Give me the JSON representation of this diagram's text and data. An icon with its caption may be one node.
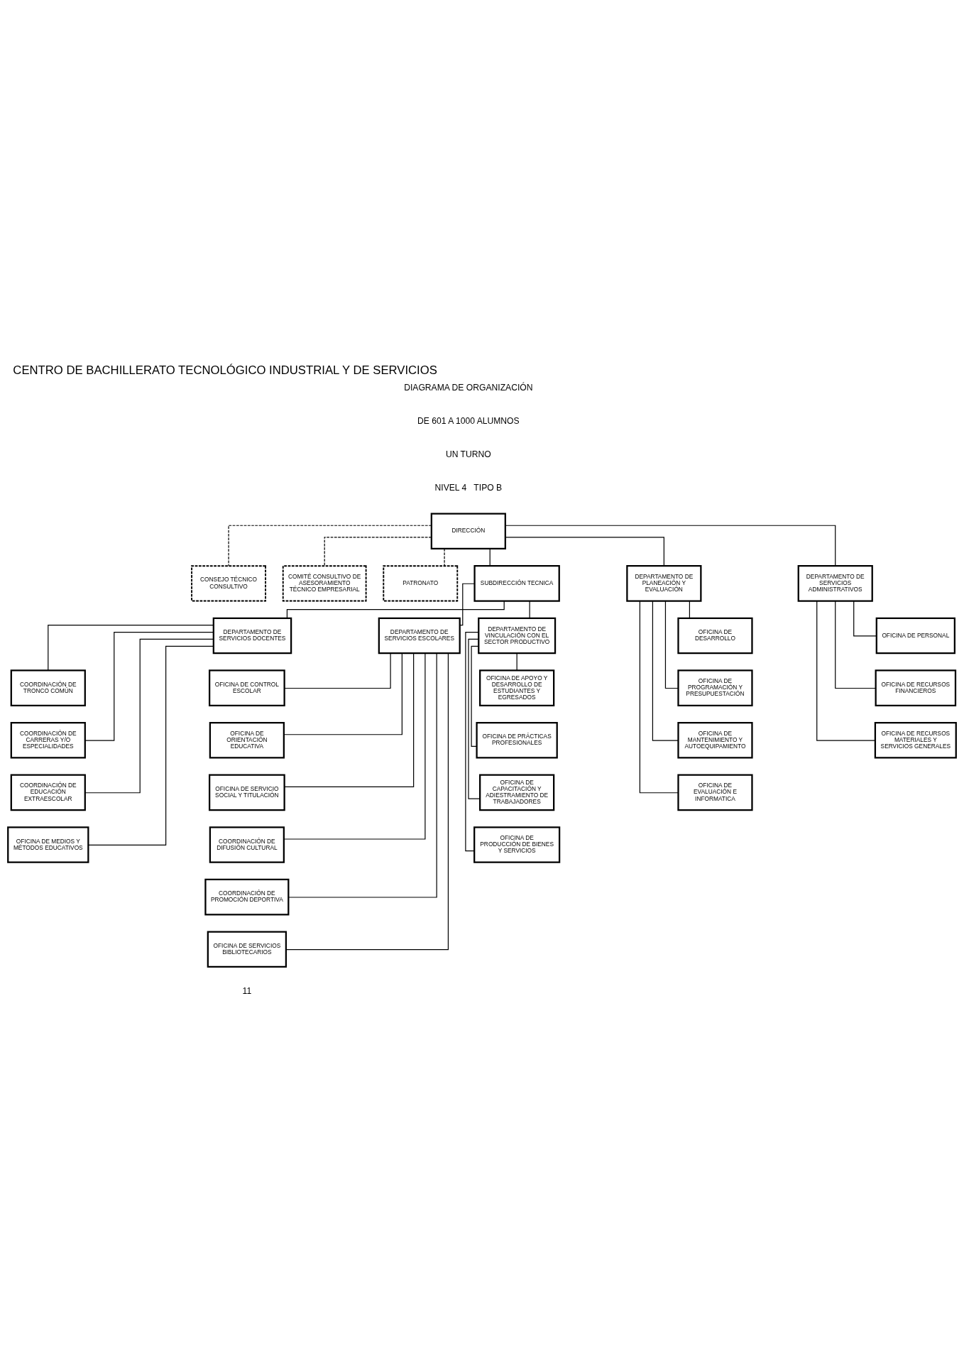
{
  "diagram": {
    "title": "CENTRO DE BACHILLERATO TECNOLÓGICO INDUSTRIAL Y DE SERVICIOS",
    "nodes": [
      {
        "text": [
          "DIRECCIÓN"
        ]
      },
      {
        "text": [
          "CONSEJO TÉCNICO CONSULTIVO"
        ]
      },
      {
        "text": [
          "COMITÉ CONSULTIVO DE ASESORAMIENTO TÉCNICO EMPRESARIAL"
        ]
      },
      {
        "text": [
          "PATRONATO"
        ]
      },
      {
        "text": [
          "SUBDIRECCIÓN TECNICA"
        ]
      },
      {
        "text": [
          "DEPARTAMENTO DE PLANEACIÓN Y EVALUACIÓN"
        ]
      },
      {
        "text": [
          "DEPARTAMENTO DE SERVICIOS DOCENTES"
        ]
      },
      {
        "text": [
          "DEPARTAMENTO DE SERVICIOS ESCOLARES"
        ]
      },
      {
        "text": [
          "DEPARTAMENTO DE VINCULACIÓN CON EL SECTOR PRODUCTIVO"
        ]
      },
      {
        "text": [
          "DEPARTAMENTO DE SERVICIOS ADMINISTRATIVOS"
        ]
      },
      {
        "text": [
          "OFICINA DE DESARROLLO"
        ]
      },
      {
        "text": [
          "OFICINA DE PROGRAMACIÓN Y PRESUPUESTACIÓN"
        ]
      },
      {
        "text": [
          "OFICINA DE MANTENIMIENTO Y AUTOEQUIPAMIENTO"
        ]
      },
      {
        "text": [
          "OFICINA DE EVALUACIÓN E INFORMATICA"
        ]
      },
      {
        "text": [
          "COORDINACIÓN DE TRONCO COMÚN"
        ]
      },
      {
        "text": [
          "COORDINACIÓN DE CARRERAS Y/O ESPECIALIDADES"
        ]
      },
      {
        "text": [
          "COORDINACIÓN DE EDUCACIÓN EXTRAESCOLAR"
        ]
      },
      {
        "text": [
          "OFICINA DE MEDIOS Y MÉTODOS EDUCATIVOS"
        ]
      },
      {
        "text": [
          "OFICINA DE CONTROL ESCOLAR"
        ]
      },
      {
        "text": [
          "OFICINA DE ORIENTACIÓN EDUCATIVA"
        ]
      },
      {
        "text": [
          "OFICINA DE SERVICIO SOCIAL Y TITULACIÓN"
        ]
      },
      {
        "text": [
          "COORDINACIÓN DE DIFUSIÓN CULTURAL"
        ]
      },
      {
        "text": [
          "COORDINACIÓN DE PROMOCIÓN DEPORTIVA"
        ]
      },
      {
        "text": [
          "OFICINA DE SERVICIOS BIBLIOTECARIOS"
        ]
      },
      {
        "text": [
          "OFICINA DE APOYO Y DESARROLLO DE ESTUDIANTES Y EGRESADOS"
        ]
      },
      {
        "text": [
          "OFICINA DE PRÁCTICAS PROFESIONALES"
        ]
      },
      {
        "text": [
          "OFICINA DE CAPACITACIÓN Y ADIESTRAMIENTO DE TRABAJADORES"
        ]
      },
      {
        "text": [
          "OFICINA DE PRODUCCIÓN DE BIENES Y SERVICIOS"
        ]
      },
      {
        "text": [
          "OFICINA DE PERSONAL"
        ]
      },
      {
        "text": [
          "OFICINA DE RECURSOS FINANCIEROS"
        ]
      },
      {
        "text": [
          "OFICINA DE RECURSOS MATERIALES Y SERVICIOS GENERALES"
        ]
      }
    ],
    "edges": [
      {
        "from": 0,
        "to": 1,
        "arrow": "none",
        "style": "dashed"
      },
      {
        "from": 0,
        "to": 2,
        "arrow": "none",
        "style": "dashed"
      },
      {
        "from": 0,
        "to": 3,
        "arrow": "none",
        "style": "dashed"
      },
      {
        "from": 0,
        "to": 4,
        "arrow": "none"
      },
      {
        "from": 0,
        "to": 5,
        "arrow": "none"
      },
      {
        "from": 0,
        "to": 9,
        "arrow": "none"
      },
      {
        "from": 4,
        "to": 6,
        "arrow": "none"
      },
      {
        "from": 4,
        "to": 7,
        "arrow": "none"
      },
      {
        "from": 4,
        "to": 8,
        "arrow": "none"
      },
      {
        "from": 5,
        "to": 10,
        "arrow": "none"
      },
      {
        "from": 5,
        "to": 11,
        "arrow": "none"
      },
      {
        "from": 5,
        "to": 12,
        "arrow": "none"
      },
      {
        "from": 5,
        "to": 13,
        "arrow": "none"
      },
      {
        "from": 6,
        "to": 14,
        "arrow": "none"
      },
      {
        "from": 6,
        "to": 15,
        "arrow": "none"
      },
      {
        "from": 6,
        "to": 16,
        "arrow": "none"
      },
      {
        "from": 6,
        "to": 17,
        "arrow": "none"
      },
      {
        "from": 7,
        "to": 18,
        "arrow": "none"
      },
      {
        "from": 7,
        "to": 19,
        "arrow": "none"
      },
      {
        "from": 7,
        "to": 20,
        "arrow": "none"
      },
      {
        "from": 7,
        "to": 21,
        "arrow": "none"
      },
      {
        "from": 7,
        "to": 22,
        "arrow": "none"
      },
      {
        "from": 7,
        "to": 23,
        "arrow": "none"
      },
      {
        "from": 8,
        "to": 24,
        "arrow": "none"
      },
      {
        "from": 8,
        "to": 25,
        "arrow": "none"
      },
      {
        "from": 8,
        "to": 26,
        "arrow": "none"
      },
      {
        "from": 8,
        "to": 27,
        "arrow": "none"
      },
      {
        "from": 9,
        "to": 28,
        "arrow": "none"
      },
      {
        "from": 9,
        "to": 29,
        "arrow": "none"
      },
      {
        "from": 9,
        "to": 30,
        "arrow": "none"
      }
    ],
    "labels": [
      "DIAGRAMA DE ORGANIZACIÓN",
      "DE 601 A 1000 ALUMNOS",
      "UN TURNO",
      "NIVEL 4   TIPO B",
      "11"
    ]
  }
}
